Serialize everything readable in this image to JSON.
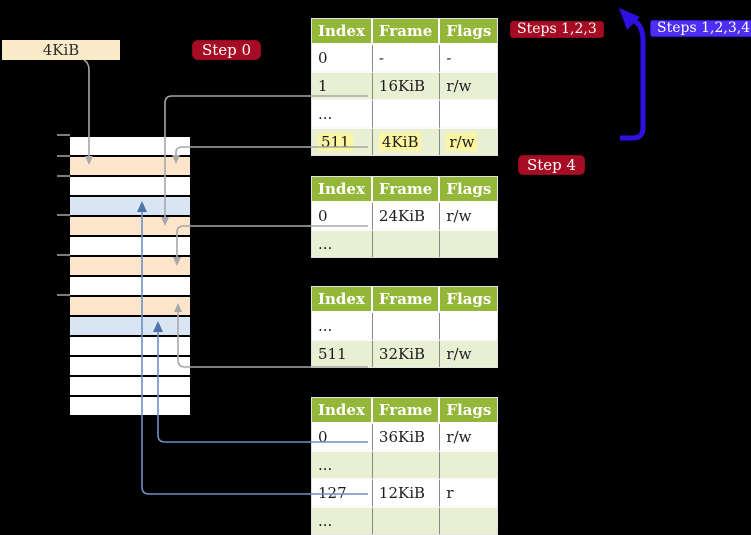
{
  "frame_label": {
    "text": "4KiB"
  },
  "step_labels": {
    "step0": "Step 0",
    "steps123": "Steps 1,2,3",
    "steps1234": "Steps 1,2,3,4",
    "step4": "Step 4"
  },
  "colors": {
    "page_bg": "#000000",
    "frame_label_bg": "#faecc9",
    "step_red": "#a60c23",
    "steps_blue": "#4d2ef2",
    "flow_arrow_blue": "#2e11e2",
    "connector_gray": "#a8a8a8",
    "connector_gray_head": "#a8a8a8",
    "connector_blue": "#6b90c3",
    "connector_blue_head": "#4f74ab",
    "table_header_green": "#94b73a",
    "table_row_green": "#e8efd3",
    "highlight_yellow": "#fcf6a2",
    "memory_free": "#ffffff",
    "memory_page_table": "#fce5cb",
    "memory_mapped_page": "#d9e5f3"
  },
  "memory_column": {
    "rows": [
      "free",
      "page-table",
      "free",
      "mapped-page",
      "page-table",
      "free",
      "page-table",
      "free",
      "page-table",
      "mapped-page",
      "free",
      "free",
      "free",
      "free"
    ]
  },
  "tables": [
    {
      "headers": [
        "Index",
        "Frame",
        "Flags"
      ],
      "rows": [
        {
          "cells": [
            "0",
            "-",
            "-"
          ],
          "shaded": false,
          "highlight": false
        },
        {
          "cells": [
            "1",
            "16KiB",
            "r/w"
          ],
          "shaded": true,
          "highlight": false
        },
        {
          "cells": [
            "...",
            "",
            ""
          ],
          "shaded": false,
          "highlight": false
        },
        {
          "cells": [
            "511",
            "4KiB",
            "r/w"
          ],
          "shaded": true,
          "highlight": true
        }
      ]
    },
    {
      "headers": [
        "Index",
        "Frame",
        "Flags"
      ],
      "rows": [
        {
          "cells": [
            "0",
            "24KiB",
            "r/w"
          ],
          "shaded": false,
          "highlight": false
        },
        {
          "cells": [
            "...",
            "",
            ""
          ],
          "shaded": true,
          "highlight": false
        }
      ]
    },
    {
      "headers": [
        "Index",
        "Frame",
        "Flags"
      ],
      "rows": [
        {
          "cells": [
            "...",
            "",
            ""
          ],
          "shaded": false,
          "highlight": false
        },
        {
          "cells": [
            "511",
            "32KiB",
            "r/w"
          ],
          "shaded": true,
          "highlight": false
        }
      ]
    },
    {
      "headers": [
        "Index",
        "Frame",
        "Flags"
      ],
      "rows": [
        {
          "cells": [
            "0",
            "36KiB",
            "r/w"
          ],
          "shaded": false,
          "highlight": false
        },
        {
          "cells": [
            "...",
            "",
            ""
          ],
          "shaded": true,
          "highlight": false
        },
        {
          "cells": [
            "127",
            "12KiB",
            "r"
          ],
          "shaded": false,
          "highlight": false
        },
        {
          "cells": [
            "...",
            "",
            ""
          ],
          "shaded": true,
          "highlight": false
        }
      ]
    }
  ]
}
